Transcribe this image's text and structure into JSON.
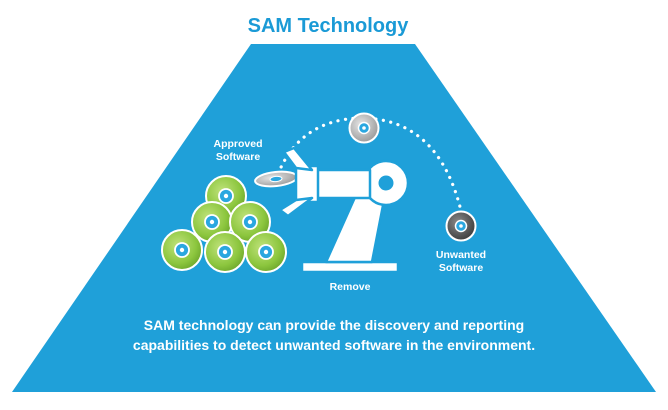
{
  "title": "SAM Technology",
  "labels": {
    "approved_line1": "Approved",
    "approved_line2": "Software",
    "unwanted_line1": "Unwanted",
    "unwanted_line2": "Software",
    "remove": "Remove"
  },
  "caption": {
    "line1": "SAM technology can provide the discovery and reporting",
    "line2": "capabilities to detect unwanted software in the environment."
  },
  "colors": {
    "title": "#1a9ad6",
    "triangle": "#1fa0d9",
    "disc_green": "#8cc63e",
    "disc_dark_green": "#5a8c1f",
    "disc_grey": "#9a9a9a",
    "disc_dark": "#555555",
    "disc_hub": "#2aa7e0",
    "arm": "#ffffff",
    "text_on_blue": "#ffffff"
  }
}
